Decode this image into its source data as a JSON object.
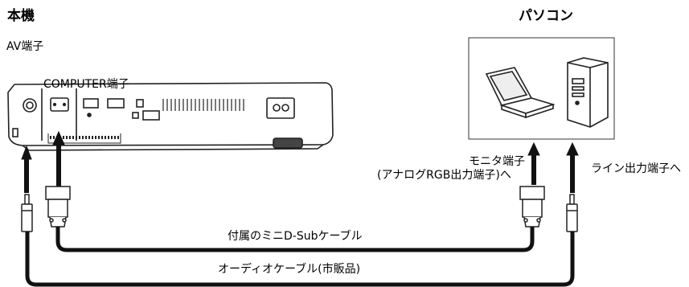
{
  "labels": {
    "projector_title": "本機",
    "pc_title": "パソコン",
    "av_port": "AV端子",
    "computer_port": "COMPUTER端子",
    "monitor_port_line1": "モニタ端子",
    "monitor_port_line2": "(アナログRGB出力端子)へ",
    "line_out": "ライン出力端子へ",
    "dsub_cable": "付属のミニD-Subケーブル",
    "audio_cable": "オーディオケーブル(市販品)"
  }
}
